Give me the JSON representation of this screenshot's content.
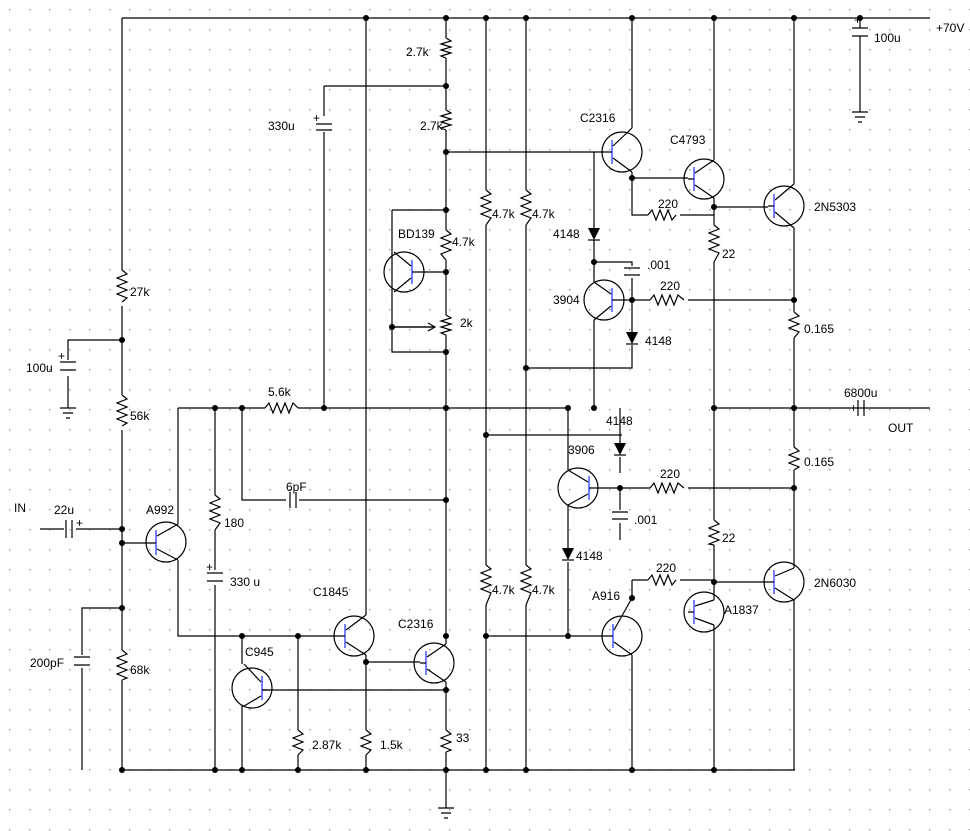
{
  "supply_label": "+70V",
  "input_label": "IN",
  "output_label": "OUT",
  "components": {
    "c_supply": "100u",
    "c_in": "22u",
    "c_bias": "100u",
    "c_boot": "330u",
    "c_fb": "330 u",
    "c_comp": "6pF",
    "c_200": "200pF",
    "c_out": "6800u",
    "c_001a": ".001",
    "c_001b": ".001",
    "r_27k": "27k",
    "r_56k": "56k",
    "r_68k": "68k",
    "r_56k6": "5.6k",
    "r_180": "180",
    "r_2k7a": "2.7k",
    "r_2k7b": "2.7k",
    "r_4k7a": "4.7k",
    "r_2k": "2k",
    "r_4k7_1": "4.7k",
    "r_4k7_2": "4.7k",
    "r_4k7_3": "4.7k",
    "r_4k7_4": "4.7k",
    "r_220a": "220",
    "r_220b": "220",
    "r_220c": "220",
    "r_220d": "220",
    "r_22a": "22",
    "r_22b": "22",
    "r_0165a": "0.165",
    "r_0165b": "0.165",
    "r_287k": "2.87k",
    "r_15k": "1.5k",
    "r_33": "33",
    "d_4148a": "4148",
    "d_4148b": "4148",
    "d_4148c": "4148",
    "d_4148d": "4148",
    "q_a992": "A992",
    "q_c945": "C945",
    "q_c1845": "C1845",
    "q_c2316a": "C2316",
    "q_c2316b": "C2316",
    "q_bd139": "BD139",
    "q_c4793": "C4793",
    "q_2n5303": "2N5303",
    "q_3904": "3904",
    "q_3906": "3906",
    "q_a916": "A916",
    "q_a1837": "A1837",
    "q_2n6030": "2N6030"
  }
}
